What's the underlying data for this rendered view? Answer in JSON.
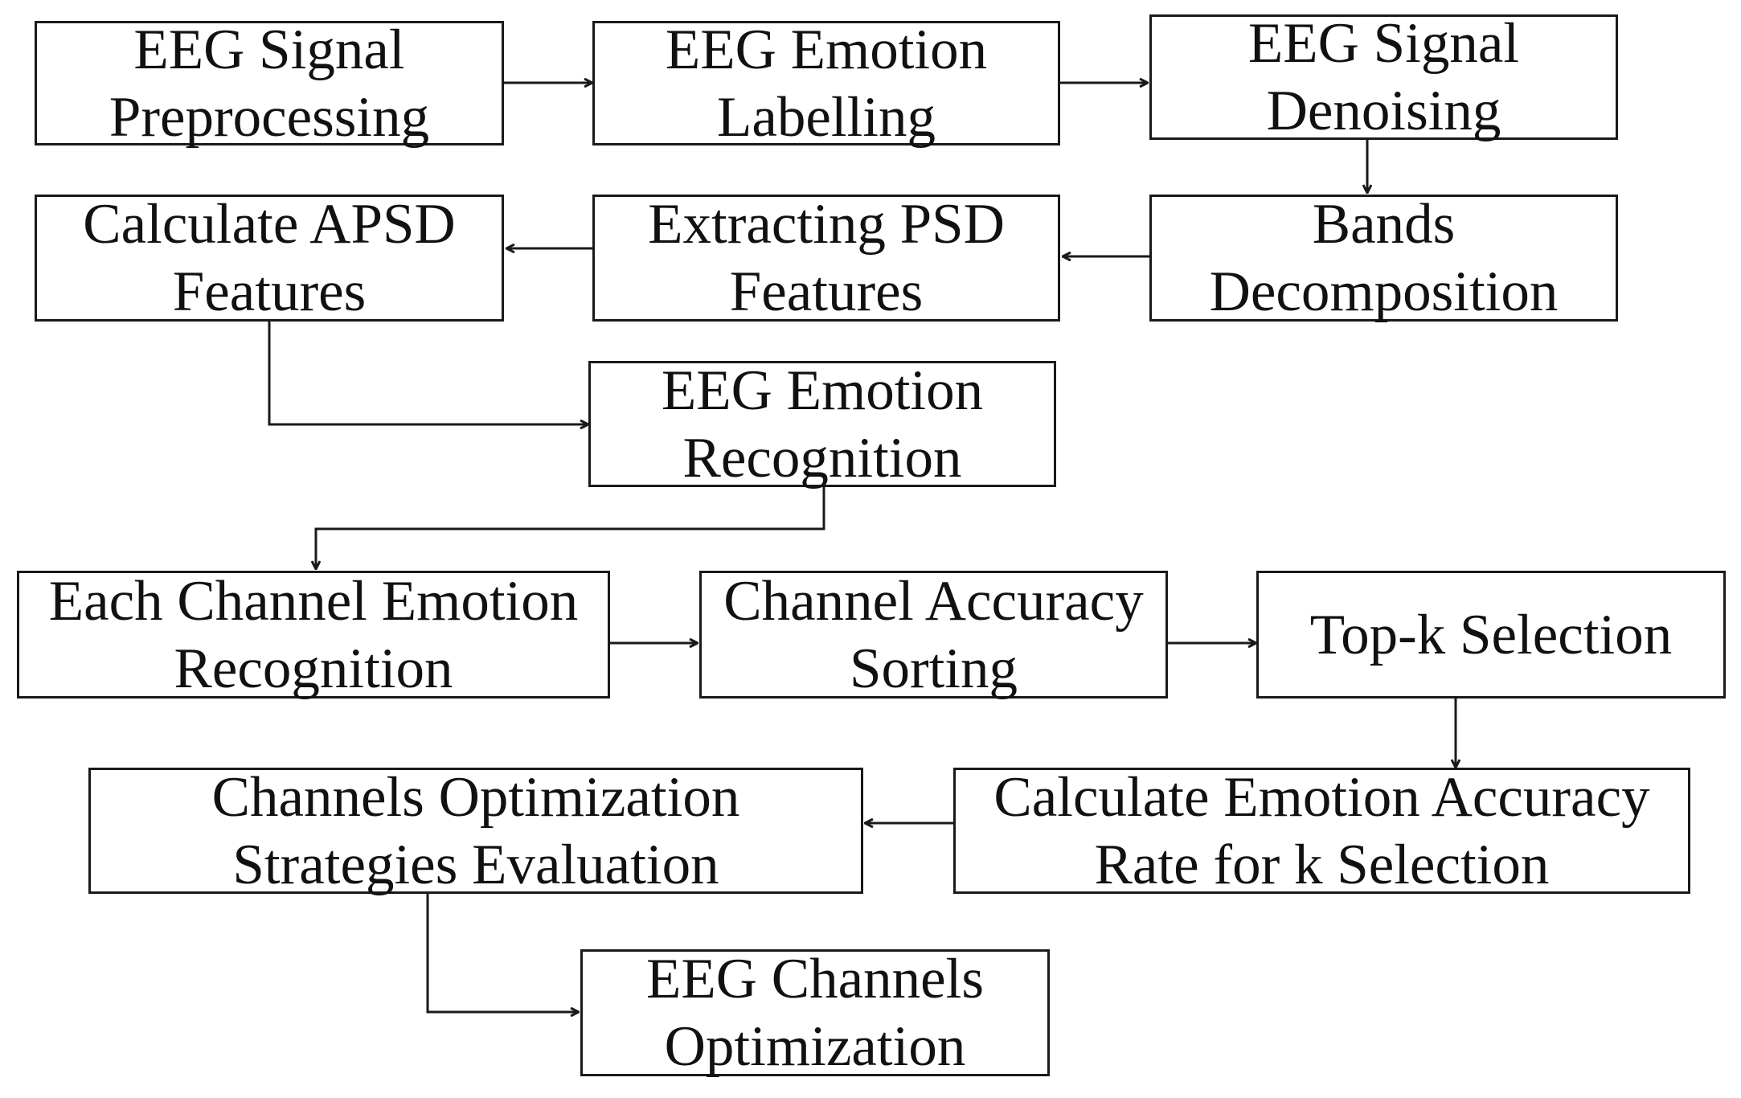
{
  "nodes": {
    "n1": {
      "line1": "EEG Signal",
      "line2": "Preprocessing"
    },
    "n2": {
      "line1": "EEG Emotion",
      "line2": "Labelling"
    },
    "n3": {
      "line1": "EEG Signal",
      "line2": "Denoising"
    },
    "n4": {
      "line1": "Calculate APSD",
      "line2": "Features"
    },
    "n5": {
      "line1": "Extracting PSD",
      "line2": "Features"
    },
    "n6": {
      "line1": "Bands",
      "line2": "Decomposition"
    },
    "n7": {
      "line1": "EEG Emotion",
      "line2": "Recognition"
    },
    "n8": {
      "line1": "Each Channel Emotion",
      "line2": "Recognition"
    },
    "n9": {
      "line1": "Channel Accuracy",
      "line2": "Sorting"
    },
    "n10": {
      "line1": "Top-k Selection"
    },
    "n11": {
      "line1": "Channels Optimization",
      "line2": "Strategies Evaluation"
    },
    "n12": {
      "line1": "Calculate Emotion Accuracy",
      "line2": "Rate for k Selection"
    },
    "n13": {
      "line1": "EEG Channels",
      "line2": "Optimization"
    }
  },
  "edges": [
    {
      "from": "n1",
      "to": "n2"
    },
    {
      "from": "n2",
      "to": "n3"
    },
    {
      "from": "n3",
      "to": "n6"
    },
    {
      "from": "n6",
      "to": "n5"
    },
    {
      "from": "n5",
      "to": "n4"
    },
    {
      "from": "n4",
      "to": "n7"
    },
    {
      "from": "n7",
      "to": "n8"
    },
    {
      "from": "n8",
      "to": "n9"
    },
    {
      "from": "n9",
      "to": "n10"
    },
    {
      "from": "n10",
      "to": "n12"
    },
    {
      "from": "n12",
      "to": "n11"
    },
    {
      "from": "n11",
      "to": "n13"
    }
  ],
  "colors": {
    "stroke": "#1a1a1a",
    "text": "#111111",
    "background": "#ffffff"
  }
}
